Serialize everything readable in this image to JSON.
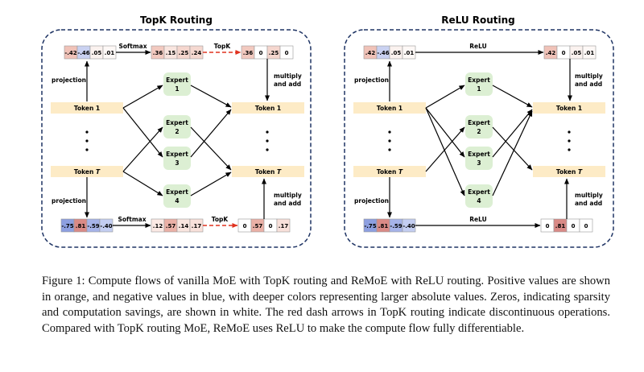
{
  "panels": [
    {
      "title": "TopK Routing",
      "top_input": [
        "-.42",
        "-.46",
        ".05",
        ".01"
      ],
      "top_probs": [
        ".36",
        ".15",
        ".25",
        ".24"
      ],
      "top_out": [
        ".36",
        "0",
        ".25",
        "0"
      ],
      "bot_input": [
        "-.75",
        ".81",
        "-.59",
        "-.40"
      ],
      "bot_probs": [
        ".12",
        ".57",
        ".14",
        ".17"
      ],
      "bot_out": [
        "0",
        ".57",
        "0",
        ".17"
      ],
      "op1": "Softmax",
      "op2": "TopK"
    },
    {
      "title": "ReLU Routing",
      "top_input": [
        ".42",
        "-.46",
        ".05",
        ".01"
      ],
      "top_out": [
        ".42",
        "0",
        ".05",
        ".01"
      ],
      "bot_input": [
        "-.75",
        ".81",
        "-.59",
        "-.40"
      ],
      "bot_out": [
        "0",
        ".81",
        "0",
        "0"
      ],
      "op": "ReLU"
    }
  ],
  "labels": {
    "projection": "projection",
    "multiply": "multiply",
    "and_add": "and add",
    "token_1": "Token 1",
    "token_t_prefix": "Token ",
    "token_t_var": "T",
    "expert": "Expert",
    "expert_numbers": [
      "1",
      "2",
      "3",
      "4"
    ]
  },
  "caption": "Figure 1: Compute flows of vanilla MoE with TopK routing and ReMoE with ReLU routing. Positive values are shown in orange, and negative values in blue, with deeper colors representing larger absolute values. Zeros, indicating sparsity and computation savings, are shown in white. The red dash arrows in TopK routing indicate discontinuous operations. Compared with TopK routing MoE, ReMoE uses ReLU to make the compute flow fully differentiable."
}
